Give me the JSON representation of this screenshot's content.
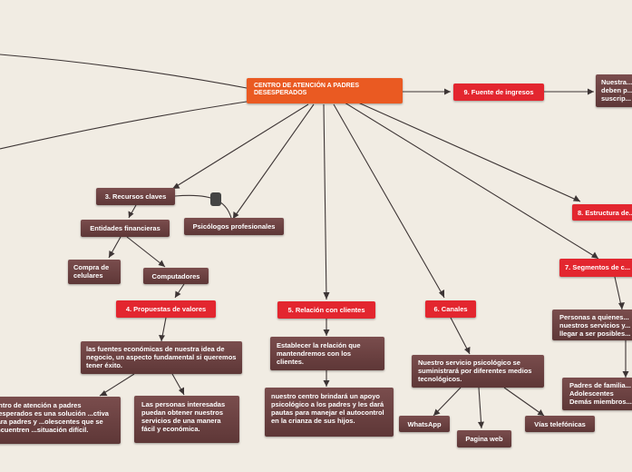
{
  "central": "CENTRO DE ATENCIÓN A PADRES DESESPERADOS",
  "nodes": {
    "fuente_ingresos": "9. Fuente de ingresos",
    "fuente_ingresos_text": "Nuestra... deben p... suscrip...",
    "estructura": "8. Estructura de...",
    "segmentos": "7. Segmentos de c...",
    "segmentos_text": "Personas a quienes... nuestros servicios y... llegar a ser posibles...",
    "segmentos_sub": "Padres de familia... Adolescentes Demás miembros...",
    "recursos": "3. Recursos claves",
    "entidades": "Entidades financieras",
    "psicologos": "Psicólogos profesionales",
    "compra_celulares": "Compra de celulares",
    "computadores": "Computadores",
    "propuestas": "4. Propuestas de valores",
    "propuestas_text": "las fuentes económicas de nuestra idea de negocio, un aspecto fundamental si queremos tener éxito.",
    "propuestas_left": "...ntro de atención a padres ...esperados es una solución ...ctiva para padres y ...olescentes que se encuentren ...situación difícil.",
    "propuestas_right": "Las personas interesadas puedan  obtener nuestros servicios de una manera fácil y económica.",
    "relacion": "5. Relación con clientes",
    "relacion_text1": "Establecer la relación que mantendremos con los clientes.",
    "relacion_text2": "nuestro centro brindará un apoyo psicológico a los padres y les dará pautas para manejar el  autocontrol en la crianza de sus hijos.",
    "canales": "6. Canales",
    "canales_text": "Nuestro servicio psicológico se suministrará por diferentes medios tecnológicos.",
    "whatsapp": "WhatsApp",
    "pagina_web": "Pagina web",
    "vias_telefonicas": "Vías telefónicas"
  },
  "colors": {
    "background": "#f1ece3",
    "central": "#ea5a22",
    "category": "#e3262f",
    "item": "#6b4343",
    "edge": "#3d3535"
  }
}
